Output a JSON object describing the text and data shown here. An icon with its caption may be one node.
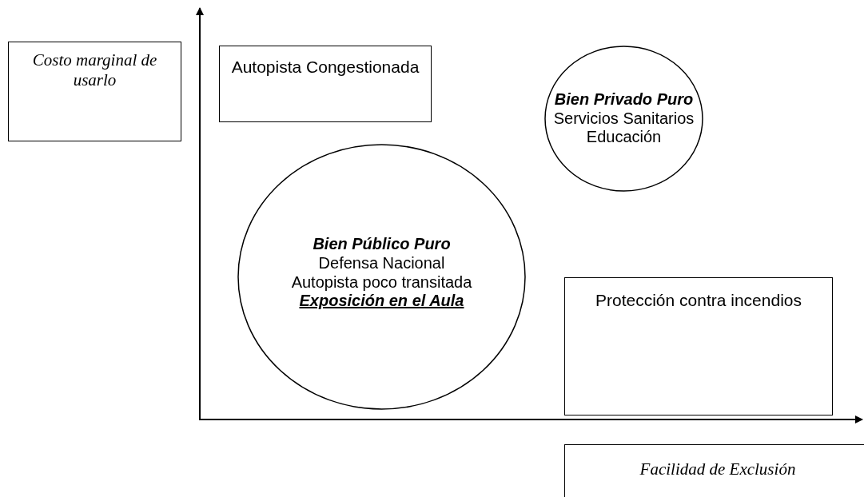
{
  "diagram": {
    "nodes": [
      {
        "text": [
          "Costo marginal de usarlo"
        ]
      },
      {
        "text": [
          "Autopista Congestionada"
        ]
      },
      {
        "text": [
          "Bien Privado Puro",
          "Servicios Sanitarios",
          "Educación"
        ]
      },
      {
        "text": [
          "Bien Público Puro",
          "Defensa Nacional",
          "Autopista poco transitada",
          "Exposición en el Aula"
        ]
      },
      {
        "text": [
          "Protección contra incendios"
        ]
      },
      {
        "text": [
          "Facilidad de Exclusión"
        ]
      }
    ],
    "edges": []
  }
}
